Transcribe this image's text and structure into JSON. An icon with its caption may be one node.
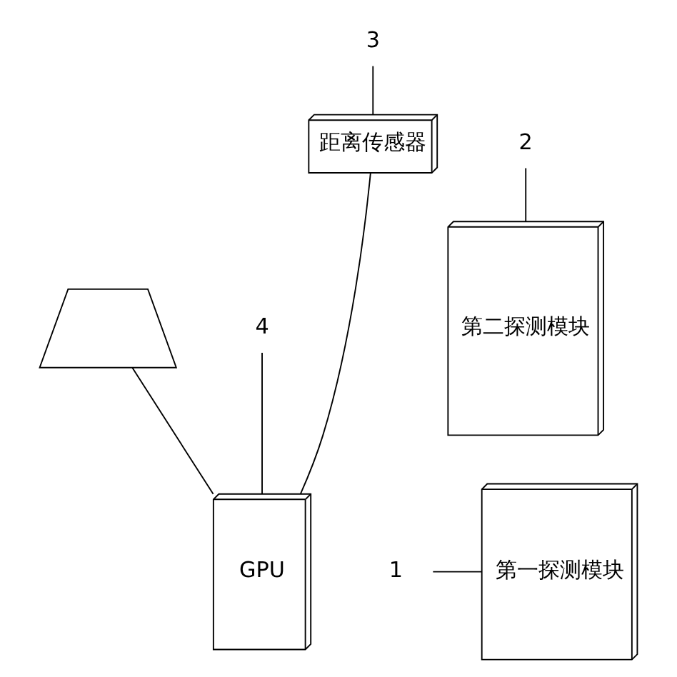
{
  "diagram": {
    "nodes": [
      {
        "text": [
          "距离传感器"
        ]
      },
      {
        "text": [
          "第二探测模块"
        ]
      },
      {
        "text": [
          "第一探测模块"
        ]
      },
      {
        "text": [],
        "shape": "trapezoid"
      },
      {
        "text": [
          "GPU"
        ]
      },
      {
        "text": [
          "3"
        ]
      },
      {
        "text": [
          "2"
        ]
      },
      {
        "text": [
          "4"
        ]
      },
      {
        "text": [
          "1"
        ]
      }
    ],
    "edges": [
      {
        "from": 0,
        "to": 4,
        "arrow": "none"
      },
      {
        "from": 3,
        "to": 4,
        "arrow": "none"
      },
      {
        "from": 5,
        "to": 0,
        "arrow": "none"
      },
      {
        "from": 6,
        "to": 1,
        "arrow": "none"
      },
      {
        "from": 7,
        "to": 4,
        "arrow": "none"
      },
      {
        "from": 8,
        "to": 2,
        "arrow": "none"
      }
    ]
  }
}
